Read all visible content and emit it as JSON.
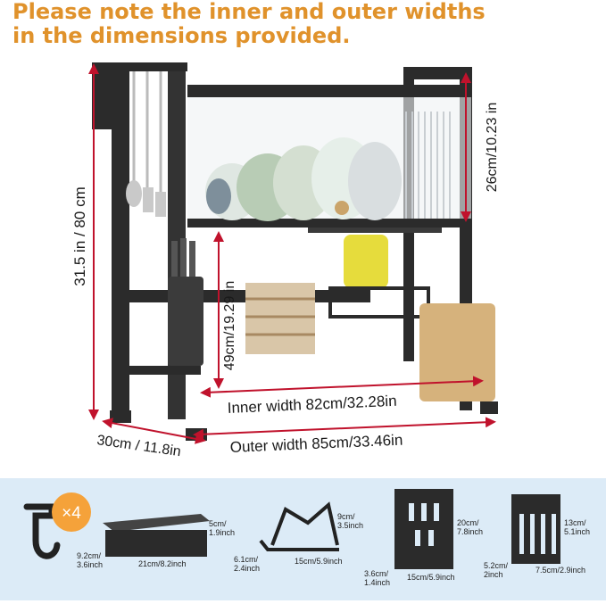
{
  "headline": {
    "line1": "Please note the inner and outer widths",
    "line2": "in the dimensions provided."
  },
  "dimensions": {
    "height_total": "31.5 in / 80 cm",
    "cabinet_height": "26cm/10.23 in",
    "lower_height": "49cm/19.29 in",
    "inner_width": "Inner width 82cm/32.28in",
    "outer_width": "Outer width 85cm/33.46in",
    "depth": "30cm / 11.8in"
  },
  "colors": {
    "headline": "#e0922b",
    "dimension_line": "#c0122c",
    "rack": "#2b2b2b",
    "accessory_band": "#dcebf7",
    "badge": "#f5a23a"
  },
  "accessories": {
    "hook_badge": "×4",
    "tray": {
      "height": "5cm/\n1.9inch",
      "depth": "9.2cm/\n3.6inch",
      "width": "21cm/8.2inch"
    },
    "board_holder": {
      "height": "9cm/\n3.5inch",
      "depth": "6.1cm/\n2.4inch",
      "width": "15cm/5.9inch"
    },
    "knife_holder": {
      "height": "20cm/\n7.8inch",
      "depth": "3.6cm/\n1.4inch",
      "width": "15cm/5.9inch"
    },
    "utensil_holder": {
      "height": "13cm/\n5.1inch",
      "depth": "5.2cm/\n2inch",
      "width": "7.5cm/2.9inch"
    }
  }
}
